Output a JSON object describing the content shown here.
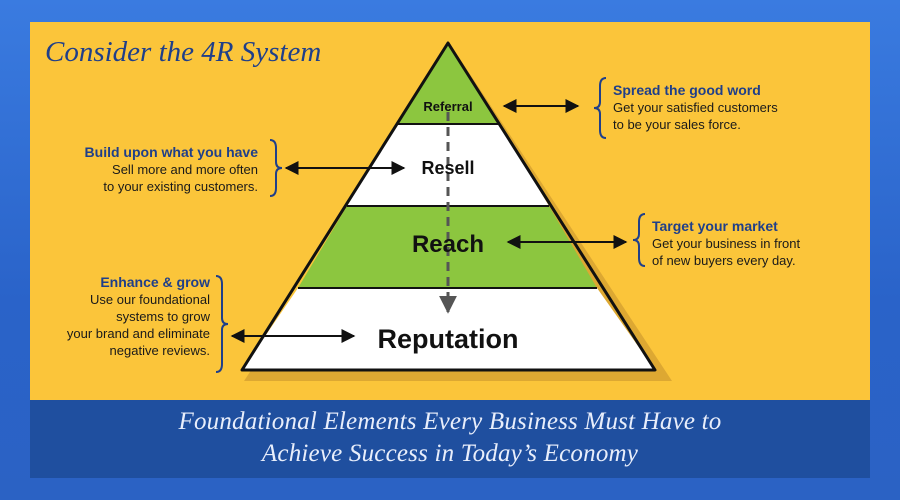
{
  "title": "Consider the 4R System",
  "levels": [
    {
      "label": "Referral",
      "fill": "#8cc63f"
    },
    {
      "label": "Resell",
      "fill": "#ffffff"
    },
    {
      "label": "Reach",
      "fill": "#8cc63f"
    },
    {
      "label": "Reputation",
      "fill": "#ffffff"
    }
  ],
  "annotations": {
    "referral": {
      "heading": "Spread the good word",
      "line1": "Get your satisfied customers",
      "line2": "to be your sales force."
    },
    "resell": {
      "heading": "Build upon what you have",
      "line1": "Sell more and more often",
      "line2": "to your existing customers."
    },
    "reach": {
      "heading": "Target your market",
      "line1": "Get your business in front",
      "line2": "of new buyers every day."
    },
    "reputation": {
      "heading": "Enhance & grow",
      "line1": "Use our foundational",
      "line2": "systems to grow",
      "line3": "your brand and eliminate",
      "line4": "negative reviews."
    }
  },
  "footer": {
    "line1": "Foundational Elements Every Business Must Have to",
    "line2": "Achieve Success in Today’s Economy"
  },
  "colors": {
    "panel": "#fbc53a",
    "footer": "#1f4f9f",
    "accent": "#1f3f8a",
    "green": "#8cc63f"
  }
}
